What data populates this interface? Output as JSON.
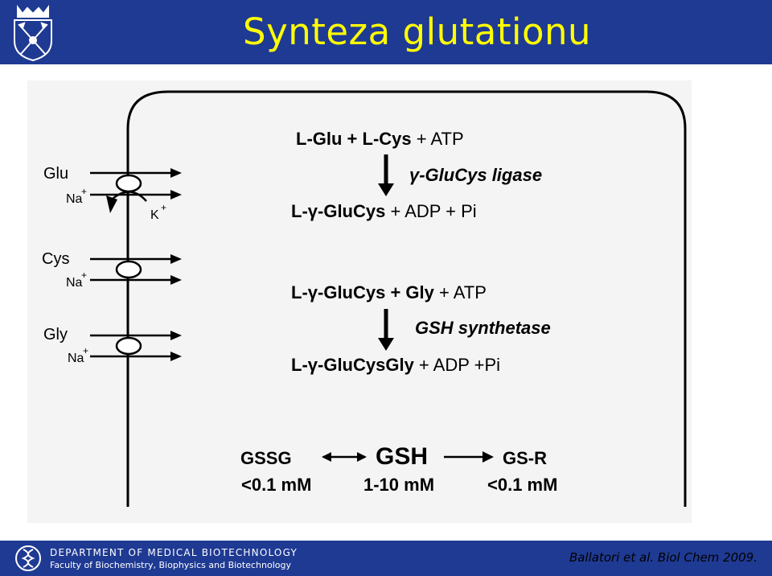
{
  "header": {
    "title": "Synteza glutationu"
  },
  "colors": {
    "header_bg": "#1f3a93",
    "title_text": "#ffff00",
    "figure_bg": "#f4f4f4"
  },
  "icons": {
    "header_logo": "university-crest-icon",
    "footer_logo": "dna-helix-icon"
  },
  "transporters": {
    "glu": "Glu",
    "glu_na": "Na",
    "glu_k": "K",
    "cys": "Cys",
    "cys_na": "Na",
    "gly": "Gly",
    "gly_na": "Na",
    "charge": "+"
  },
  "reaction1": {
    "reactants_bold": "L-Glu + L-Cys",
    "reactants_rest": " + ATP",
    "enzyme": "γ-GluCys ligase",
    "product_bold": "L-γ-GluCys",
    "product_rest": " + ADP + Pi"
  },
  "reaction2": {
    "reactants_bold": "L-γ-GluCys + Gly",
    "reactants_rest": " + ATP",
    "enzyme": "GSH synthetase",
    "product_bold": "L-γ-GluCysGly",
    "product_rest": " + ADP +Pi"
  },
  "equilibrium": {
    "left": "GSSG",
    "center": "GSH",
    "right": "GS-R",
    "left_conc": "<0.1 mM",
    "center_conc": "1-10 mM",
    "right_conc": "<0.1 mM"
  },
  "footer": {
    "department": "DEPARTMENT OF MEDICAL BIOTECHNOLOGY",
    "faculty": "Faculty of Biochemistry, Biophysics and Biotechnology"
  },
  "citation": "Ballatori et al. Biol Chem 2009."
}
